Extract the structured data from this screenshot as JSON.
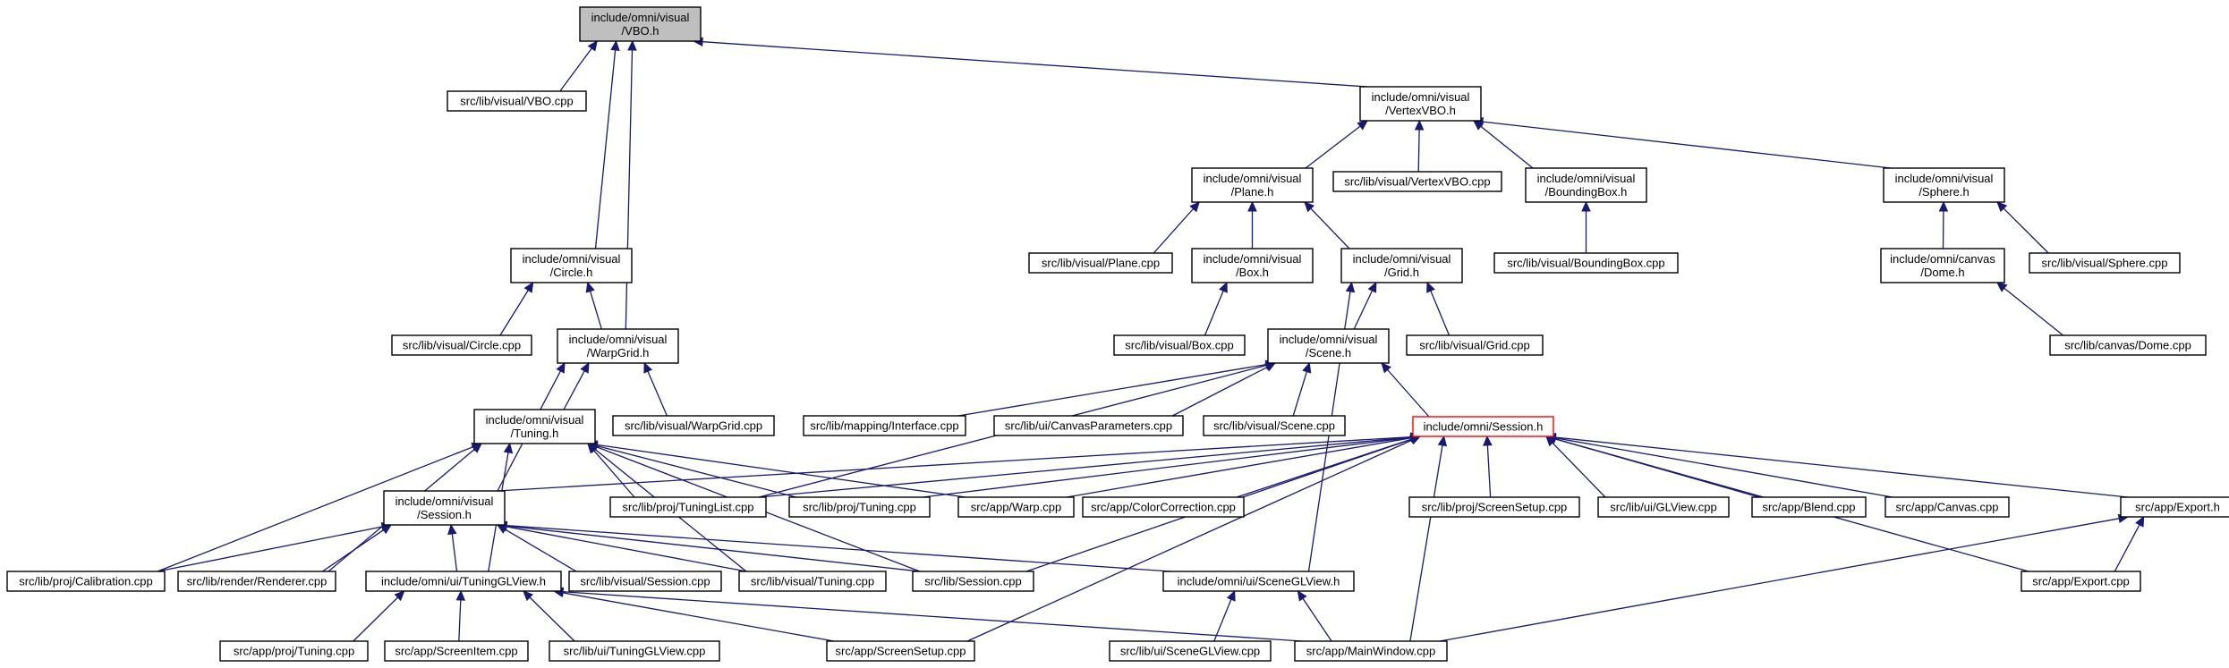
{
  "colors": {
    "edge": "#191970",
    "root_fill": "#bfbfbf",
    "node_border": "#000000",
    "highlight_border": "#ff0000"
  },
  "nodes": [
    {
      "id": "vbo_h",
      "lines": [
        "include/omni/visual",
        "/VBO.h"
      ],
      "kind": "root"
    },
    {
      "id": "vbo_cpp",
      "lines": [
        "src/lib/visual/VBO.cpp"
      ]
    },
    {
      "id": "vertexvbo_h",
      "lines": [
        "include/omni/visual",
        "/VertexVBO.h"
      ]
    },
    {
      "id": "plane_h",
      "lines": [
        "include/omni/visual",
        "/Plane.h"
      ]
    },
    {
      "id": "vertexvbo_cpp",
      "lines": [
        "src/lib/visual/VertexVBO.cpp"
      ]
    },
    {
      "id": "boundingbox_h",
      "lines": [
        "include/omni/visual",
        "/BoundingBox.h"
      ]
    },
    {
      "id": "sphere_h",
      "lines": [
        "include/omni/visual",
        "/Sphere.h"
      ]
    },
    {
      "id": "plane_cpp",
      "lines": [
        "src/lib/visual/Plane.cpp"
      ]
    },
    {
      "id": "box_h",
      "lines": [
        "include/omni/visual",
        "/Box.h"
      ]
    },
    {
      "id": "grid_h",
      "lines": [
        "include/omni/visual",
        "/Grid.h"
      ]
    },
    {
      "id": "boundingbox_cpp",
      "lines": [
        "src/lib/visual/BoundingBox.cpp"
      ]
    },
    {
      "id": "dome_h",
      "lines": [
        "include/omni/canvas",
        "/Dome.h"
      ]
    },
    {
      "id": "sphere_cpp",
      "lines": [
        "src/lib/visual/Sphere.cpp"
      ]
    },
    {
      "id": "circle_h",
      "lines": [
        "include/omni/visual",
        "/Circle.h"
      ]
    },
    {
      "id": "box_cpp",
      "lines": [
        "src/lib/visual/Box.cpp"
      ]
    },
    {
      "id": "scene_h",
      "lines": [
        "include/omni/visual",
        "/Scene.h"
      ]
    },
    {
      "id": "grid_cpp",
      "lines": [
        "src/lib/visual/Grid.cpp"
      ]
    },
    {
      "id": "dome_cpp",
      "lines": [
        "src/lib/canvas/Dome.cpp"
      ]
    },
    {
      "id": "circle_cpp",
      "lines": [
        "src/lib/visual/Circle.cpp"
      ]
    },
    {
      "id": "warpgrid_h",
      "lines": [
        "include/omni/visual",
        "/WarpGrid.h"
      ]
    },
    {
      "id": "tuning_h",
      "lines": [
        "include/omni/visual",
        "/Tuning.h"
      ]
    },
    {
      "id": "warpgrid_cpp",
      "lines": [
        "src/lib/visual/WarpGrid.cpp"
      ]
    },
    {
      "id": "interface_cpp",
      "lines": [
        "src/lib/mapping/Interface.cpp"
      ]
    },
    {
      "id": "canvasparams_cpp",
      "lines": [
        "src/lib/ui/CanvasParameters.cpp"
      ]
    },
    {
      "id": "scene_cpp",
      "lines": [
        "src/lib/visual/Scene.cpp"
      ]
    },
    {
      "id": "omni_session_h",
      "lines": [
        "include/omni/Session.h"
      ],
      "kind": "highlight"
    },
    {
      "id": "visual_session_h",
      "lines": [
        "include/omni/visual",
        "/Session.h"
      ]
    },
    {
      "id": "tuninglist_cpp",
      "lines": [
        "src/lib/proj/TuningList.cpp"
      ]
    },
    {
      "id": "proj_tuning_cpp",
      "lines": [
        "src/lib/proj/Tuning.cpp"
      ]
    },
    {
      "id": "warp_cpp",
      "lines": [
        "src/app/Warp.cpp"
      ]
    },
    {
      "id": "colorcorrection_cpp",
      "lines": [
        "src/app/ColorCorrection.cpp"
      ]
    },
    {
      "id": "screensetup_lib_cpp",
      "lines": [
        "src/lib/proj/ScreenSetup.cpp"
      ]
    },
    {
      "id": "glview_cpp",
      "lines": [
        "src/lib/ui/GLView.cpp"
      ]
    },
    {
      "id": "blend_cpp",
      "lines": [
        "src/app/Blend.cpp"
      ]
    },
    {
      "id": "canvas_cpp",
      "lines": [
        "src/app/Canvas.cpp"
      ]
    },
    {
      "id": "export_h",
      "lines": [
        "src/app/Export.h"
      ]
    },
    {
      "id": "calibration_cpp",
      "lines": [
        "src/lib/proj/Calibration.cpp"
      ]
    },
    {
      "id": "renderer_cpp",
      "lines": [
        "src/lib/render/Renderer.cpp"
      ]
    },
    {
      "id": "tuningglview_h",
      "lines": [
        "include/omni/ui/TuningGLView.h"
      ]
    },
    {
      "id": "visual_session_cpp",
      "lines": [
        "src/lib/visual/Session.cpp"
      ]
    },
    {
      "id": "visual_tuning_cpp",
      "lines": [
        "src/lib/visual/Tuning.cpp"
      ]
    },
    {
      "id": "session_cpp",
      "lines": [
        "src/lib/Session.cpp"
      ]
    },
    {
      "id": "sceneglview_h",
      "lines": [
        "include/omni/ui/SceneGLView.h"
      ]
    },
    {
      "id": "export_cpp",
      "lines": [
        "src/app/Export.cpp"
      ]
    },
    {
      "id": "app_proj_tuning_cpp",
      "lines": [
        "src/app/proj/Tuning.cpp"
      ]
    },
    {
      "id": "screenitem_cpp",
      "lines": [
        "src/app/ScreenItem.cpp"
      ]
    },
    {
      "id": "tuningglview_cpp",
      "lines": [
        "src/lib/ui/TuningGLView.cpp"
      ]
    },
    {
      "id": "screensetup_app_cpp",
      "lines": [
        "src/app/ScreenSetup.cpp"
      ]
    },
    {
      "id": "sceneglview_cpp",
      "lines": [
        "src/lib/ui/SceneGLView.cpp"
      ]
    },
    {
      "id": "mainwindow_cpp",
      "lines": [
        "src/app/MainWindow.cpp"
      ]
    }
  ],
  "edges": [
    [
      "vbo_cpp",
      "vbo_h"
    ],
    [
      "circle_h",
      "vbo_h"
    ],
    [
      "warpgrid_h",
      "vbo_h"
    ],
    [
      "vertexvbo_h",
      "vbo_h"
    ],
    [
      "plane_h",
      "vertexvbo_h"
    ],
    [
      "vertexvbo_cpp",
      "vertexvbo_h"
    ],
    [
      "boundingbox_h",
      "vertexvbo_h"
    ],
    [
      "sphere_h",
      "vertexvbo_h"
    ],
    [
      "plane_cpp",
      "plane_h"
    ],
    [
      "box_h",
      "plane_h"
    ],
    [
      "grid_h",
      "plane_h"
    ],
    [
      "boundingbox_cpp",
      "boundingbox_h"
    ],
    [
      "dome_h",
      "sphere_h"
    ],
    [
      "sphere_cpp",
      "sphere_h"
    ],
    [
      "dome_cpp",
      "dome_h"
    ],
    [
      "box_cpp",
      "box_h"
    ],
    [
      "scene_h",
      "grid_h"
    ],
    [
      "grid_cpp",
      "grid_h"
    ],
    [
      "sceneglview_h",
      "grid_h"
    ],
    [
      "circle_cpp",
      "circle_h"
    ],
    [
      "warpgrid_h",
      "circle_h"
    ],
    [
      "tuning_h",
      "warpgrid_h"
    ],
    [
      "warpgrid_cpp",
      "warpgrid_h"
    ],
    [
      "visual_session_h",
      "warpgrid_h"
    ],
    [
      "interface_cpp",
      "scene_h"
    ],
    [
      "canvasparams_cpp",
      "scene_h"
    ],
    [
      "scene_cpp",
      "scene_h"
    ],
    [
      "omni_session_h",
      "scene_h"
    ],
    [
      "tuninglist_cpp",
      "scene_h"
    ],
    [
      "visual_session_h",
      "omni_session_h"
    ],
    [
      "tuninglist_cpp",
      "omni_session_h"
    ],
    [
      "proj_tuning_cpp",
      "omni_session_h"
    ],
    [
      "warp_cpp",
      "omni_session_h"
    ],
    [
      "colorcorrection_cpp",
      "omni_session_h"
    ],
    [
      "screensetup_lib_cpp",
      "omni_session_h"
    ],
    [
      "glview_cpp",
      "omni_session_h"
    ],
    [
      "blend_cpp",
      "omni_session_h"
    ],
    [
      "canvas_cpp",
      "omni_session_h"
    ],
    [
      "export_h",
      "omni_session_h"
    ],
    [
      "export_cpp",
      "omni_session_h"
    ],
    [
      "session_cpp",
      "omni_session_h"
    ],
    [
      "screensetup_app_cpp",
      "omni_session_h"
    ],
    [
      "mainwindow_cpp",
      "omni_session_h"
    ],
    [
      "tuninglist_cpp",
      "tuning_h"
    ],
    [
      "proj_tuning_cpp",
      "tuning_h"
    ],
    [
      "warp_cpp",
      "tuning_h"
    ],
    [
      "calibration_cpp",
      "tuning_h"
    ],
    [
      "renderer_cpp",
      "tuning_h"
    ],
    [
      "tuningglview_h",
      "tuning_h"
    ],
    [
      "visual_tuning_cpp",
      "tuning_h"
    ],
    [
      "session_cpp",
      "tuning_h"
    ],
    [
      "calibration_cpp",
      "visual_session_h"
    ],
    [
      "renderer_cpp",
      "visual_session_h"
    ],
    [
      "tuningglview_h",
      "visual_session_h"
    ],
    [
      "visual_session_cpp",
      "visual_session_h"
    ],
    [
      "visual_tuning_cpp",
      "visual_session_h"
    ],
    [
      "session_cpp",
      "visual_session_h"
    ],
    [
      "sceneglview_h",
      "visual_session_h"
    ],
    [
      "app_proj_tuning_cpp",
      "tuningglview_h"
    ],
    [
      "screenitem_cpp",
      "tuningglview_h"
    ],
    [
      "tuningglview_cpp",
      "tuningglview_h"
    ],
    [
      "screensetup_app_cpp",
      "tuningglview_h"
    ],
    [
      "mainwindow_cpp",
      "tuningglview_h"
    ],
    [
      "sceneglview_cpp",
      "sceneglview_h"
    ],
    [
      "mainwindow_cpp",
      "sceneglview_h"
    ],
    [
      "export_cpp",
      "export_h"
    ],
    [
      "mainwindow_cpp",
      "export_h"
    ]
  ]
}
